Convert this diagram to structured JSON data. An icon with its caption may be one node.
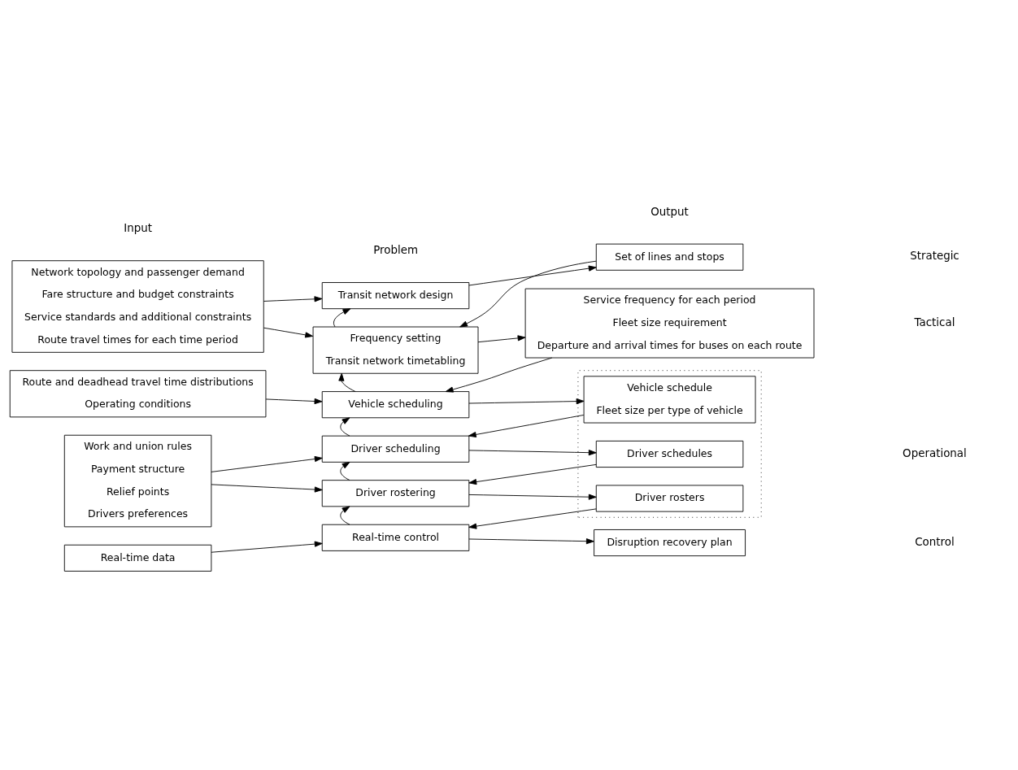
{
  "diagram": {
    "nodes": [
      {
        "text": [
          "Network topology and passenger demand",
          "Fare structure and budget constraints",
          "Service standards and additional constraints",
          "Route travel times for each time period"
        ]
      },
      {
        "text": [
          "Transit network design"
        ]
      },
      {
        "text": [
          "Set of lines and stops"
        ]
      },
      {
        "text": [
          "Frequency setting",
          "Transit network timetabling"
        ]
      },
      {
        "text": [
          "Service frequency for each period",
          "Fleet size requirement",
          "Departure and arrival times for buses on each route"
        ]
      },
      {
        "text": [
          "Route and deadhead travel time distributions",
          "Operating conditions"
        ]
      },
      {
        "text": [
          "Vehicle scheduling"
        ]
      },
      {
        "text": [],
        "shape": "box"
      },
      {
        "text": [
          "Vehicle schedule",
          "Fleet size per type of vehicle"
        ],
        "in": 7
      },
      {
        "text": [
          "Work and union rules",
          "Payment structure",
          "Relief points",
          "Drivers preferences"
        ]
      },
      {
        "text": [
          "Driver scheduling"
        ]
      },
      {
        "text": [
          "Driver schedules"
        ],
        "in": 7
      },
      {
        "text": [
          "Driver rostering"
        ]
      },
      {
        "text": [
          "Driver rosters"
        ],
        "in": 7
      },
      {
        "text": [
          "Real-time data"
        ]
      },
      {
        "text": [
          "Real-time control"
        ]
      },
      {
        "text": [
          "Disruption recovery plan"
        ]
      }
    ],
    "edges": [
      {
        "from": 0,
        "to": 1,
        "arrow": "to"
      },
      {
        "from": 1,
        "to": 2,
        "arrow": "to"
      },
      {
        "from": 2,
        "to": 3,
        "arrow": "to"
      },
      {
        "from": 3,
        "to": 1,
        "arrow": "to"
      },
      {
        "from": 0,
        "to": 3,
        "arrow": "to"
      },
      {
        "from": 3,
        "to": 4,
        "arrow": "to"
      },
      {
        "from": 4,
        "to": 6,
        "arrow": "to"
      },
      {
        "from": 6,
        "to": 3,
        "arrow": "to"
      },
      {
        "from": 5,
        "to": 6,
        "arrow": "to"
      },
      {
        "from": 6,
        "to": 8,
        "arrow": "to"
      },
      {
        "from": 8,
        "to": 10,
        "arrow": "to"
      },
      {
        "from": 10,
        "to": 6,
        "arrow": "to"
      },
      {
        "from": 9,
        "to": 10,
        "arrow": "to"
      },
      {
        "from": 10,
        "to": 11,
        "arrow": "to"
      },
      {
        "from": 11,
        "to": 12,
        "arrow": "to"
      },
      {
        "from": 12,
        "to": 10,
        "arrow": "to"
      },
      {
        "from": 9,
        "to": 12,
        "arrow": "to"
      },
      {
        "from": 12,
        "to": 13,
        "arrow": "to"
      },
      {
        "from": 13,
        "to": 15,
        "arrow": "to"
      },
      {
        "from": 15,
        "to": 12,
        "arrow": "to"
      },
      {
        "from": 14,
        "to": 15,
        "arrow": "to"
      },
      {
        "from": 15,
        "to": 16,
        "arrow": "to"
      }
    ],
    "labels": [
      "Input",
      "Problem",
      "Output",
      "Strategic",
      "Tactical",
      "Operational",
      "Control"
    ]
  }
}
